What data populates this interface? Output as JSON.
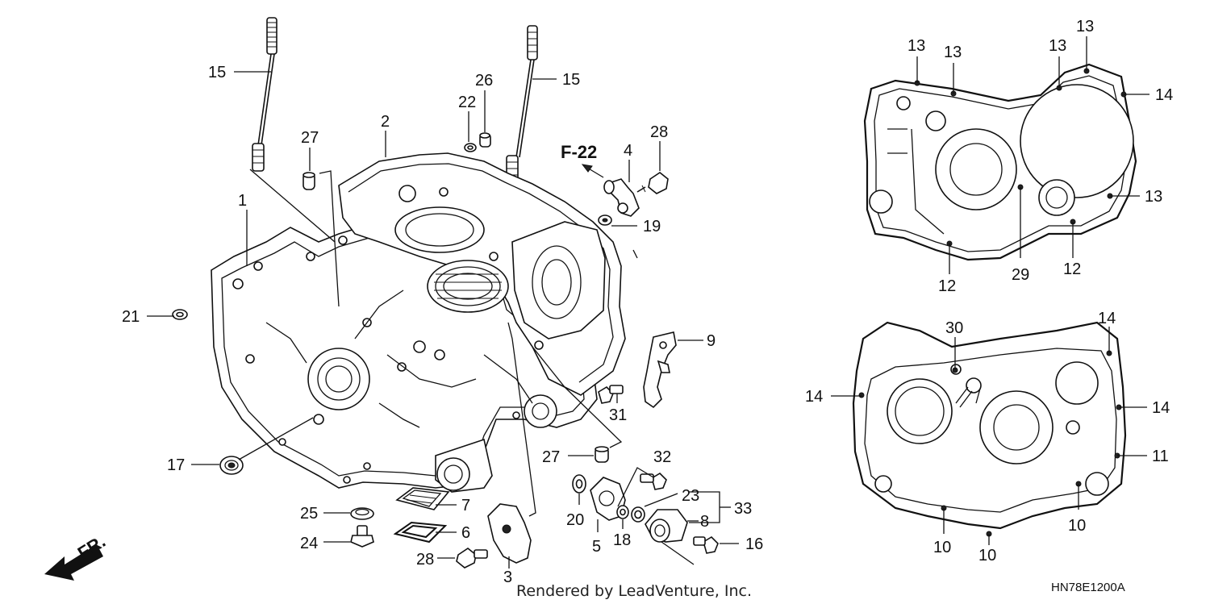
{
  "callouts": {
    "c1": "1",
    "c2": "2",
    "c3": "3",
    "c4": "4",
    "c5": "5",
    "c6": "6",
    "c7": "7",
    "c8": "8",
    "c9": "9",
    "c10a": "10",
    "c10b": "10",
    "c10c": "10",
    "c11": "11",
    "c12a": "12",
    "c12b": "12",
    "c13a": "13",
    "c13b": "13",
    "c13c": "13",
    "c13d": "13",
    "c13e": "13",
    "c14a": "14",
    "c14b": "14",
    "c14c": "14",
    "c14d": "14",
    "c15a": "15",
    "c15b": "15",
    "c16": "16",
    "c17": "17",
    "c18": "18",
    "c19": "19",
    "c20": "20",
    "c21": "21",
    "c22": "22",
    "c23": "23",
    "c24": "24",
    "c25": "25",
    "c26": "26",
    "c27a": "27",
    "c27b": "27",
    "c28a": "28",
    "c28b": "28",
    "c29": "29",
    "c30": "30",
    "c31": "31",
    "c32": "32",
    "c33": "33"
  },
  "reference": "F-22",
  "front_marker": "FR.",
  "diagram_code": "HN78E1200A",
  "credit": "Rendered by LeadVenture, Inc."
}
